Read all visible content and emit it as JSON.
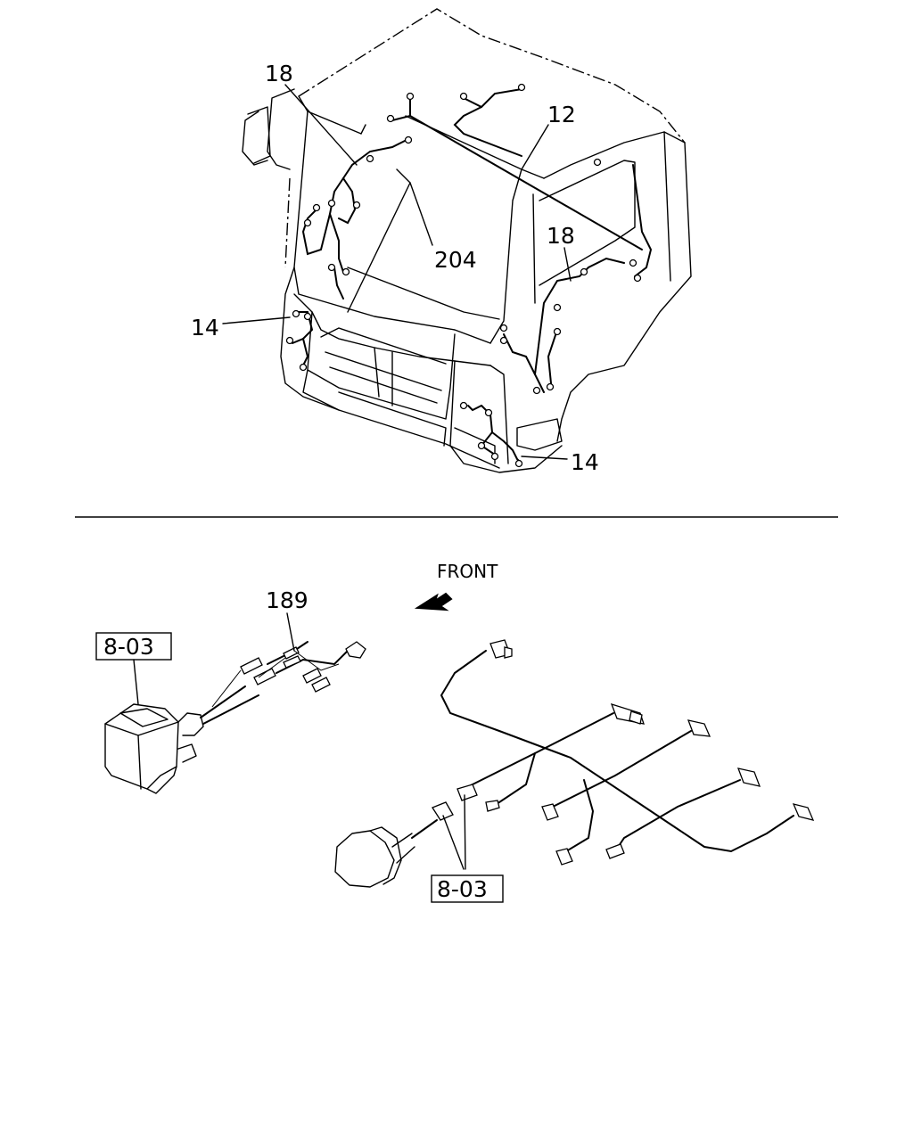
{
  "callouts": {
    "cab_harness_left": "18",
    "cab_harness_right": "18",
    "roof_harness": "12",
    "center_harness": "204",
    "front_harness_left": "14",
    "front_harness_right": "14",
    "lamp_harness": "189",
    "ref_upper": "8-03",
    "ref_lower": "8-03"
  },
  "direction": {
    "front_label": "FRONT"
  }
}
